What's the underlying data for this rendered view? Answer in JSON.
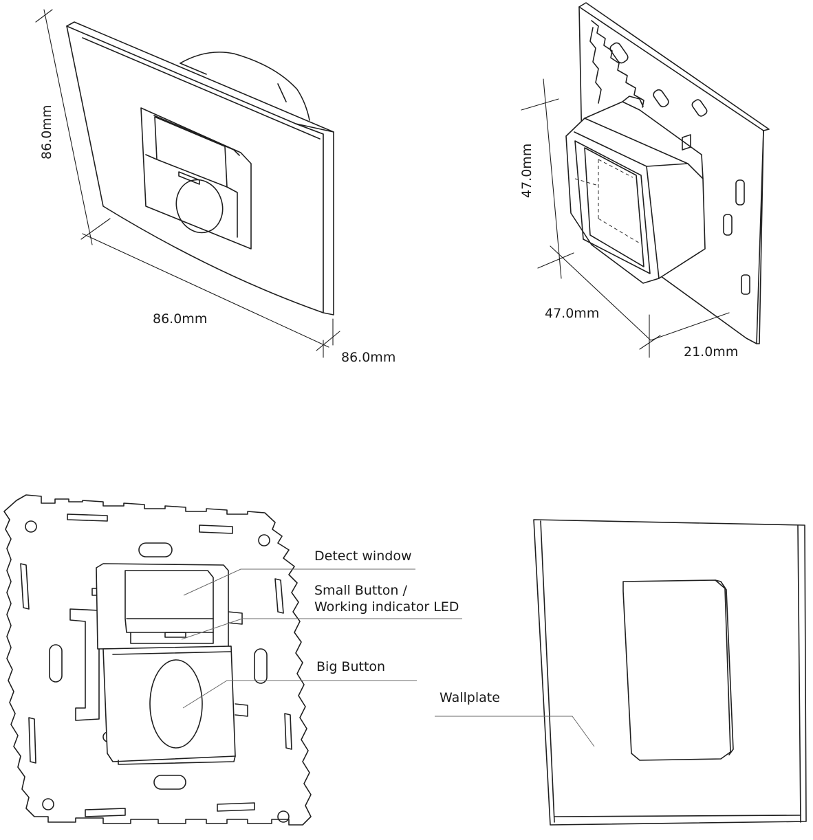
{
  "dimensions": {
    "front_height": "86.0mm",
    "front_width": "86.0mm",
    "front_depth": "86.0mm",
    "back_height": "47.0mm",
    "back_width": "47.0mm",
    "back_depth": "21.0mm"
  },
  "callouts": {
    "detect_window": "Detect window",
    "small_button_line1": "Small Button /",
    "small_button_line2": "Working indicator LED",
    "big_button": "Big Button",
    "wallplate": "Wallplate"
  }
}
